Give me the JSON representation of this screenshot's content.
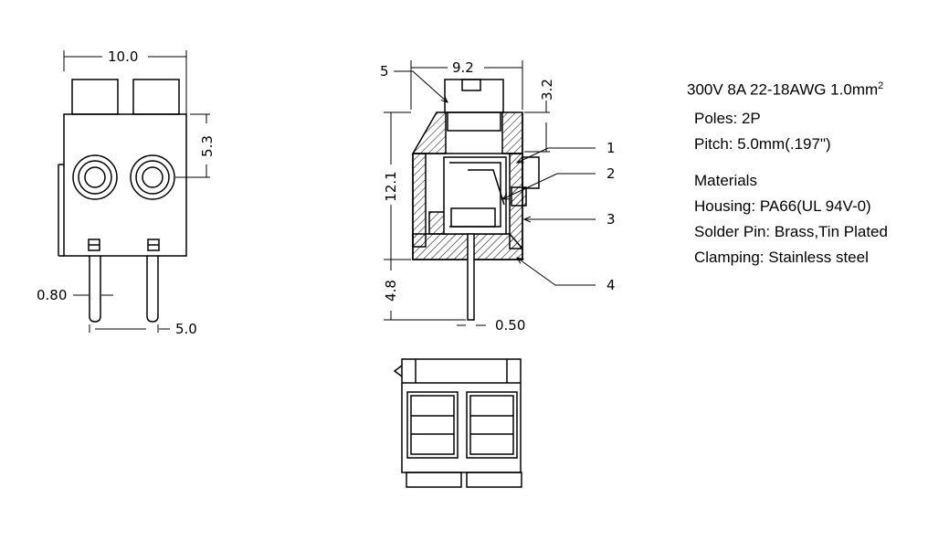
{
  "dimensions": {
    "width_10": "10.0",
    "height_5_3": "5.3",
    "pin_dia_0_80": "0.80",
    "pitch_5_0": "5.0",
    "width_9_2": "9.2",
    "height_3_2": "3.2",
    "height_12_1": "12.1",
    "pin_len_4_8": "4.8",
    "pin_0_50": "0.50"
  },
  "callouts": [
    "1",
    "2",
    "3",
    "4",
    "5"
  ],
  "specs": {
    "rating": "300V 8A 22-18AWG 1.0mm",
    "rating_sup": "2",
    "poles": "Poles: 2P",
    "pitch": "Pitch: 5.0mm(.197\")",
    "materials_title": "Materials",
    "housing": "Housing: PA66(UL 94V-0)",
    "solder_pin": "Solder Pin: Brass,Tin Plated",
    "clamping": "Clamping: Stainless steel"
  }
}
